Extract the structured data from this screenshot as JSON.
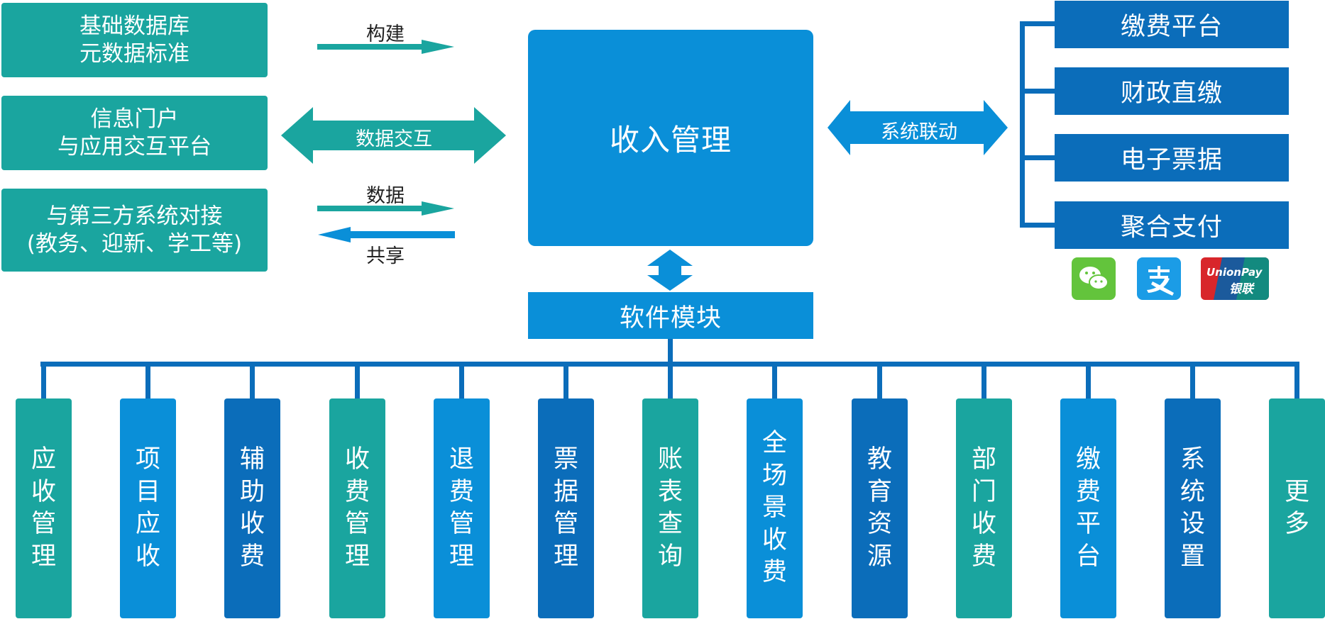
{
  "left_boxes": [
    {
      "line1": "基础数据库",
      "line2": "元数据标准"
    },
    {
      "line1": "信息门户",
      "line2": "与应用交互平台"
    },
    {
      "line1": "与第三方系统对接",
      "line2": "(教务、迎新、学工等)"
    }
  ],
  "arrows": {
    "build": "构建",
    "data_exchange": "数据交互",
    "data": "数据",
    "share": "共享",
    "system_link": "系统联动"
  },
  "center": {
    "title": "收入管理",
    "software": "软件模块"
  },
  "right_boxes": [
    "缴费平台",
    "财政直缴",
    "电子票据",
    "聚合支付"
  ],
  "payment_icons": [
    {
      "name": "wechat-pay",
      "color": "#63c43c"
    },
    {
      "name": "alipay",
      "color": "#1b9ce6"
    },
    {
      "name": "unionpay",
      "color": "#d8262b",
      "label": "UnionPay",
      "label_cn": "银联"
    }
  ],
  "modules": [
    {
      "label": "应收管理",
      "color": "#1aa59f"
    },
    {
      "label": "项目应收",
      "color": "#0a8fd8"
    },
    {
      "label": "辅助收费",
      "color": "#0b6dba"
    },
    {
      "label": "收费管理",
      "color": "#1aa59f"
    },
    {
      "label": "退费管理",
      "color": "#0a8fd8"
    },
    {
      "label": "票据管理",
      "color": "#0b6dba"
    },
    {
      "label": "账表查询",
      "color": "#1aa59f"
    },
    {
      "label": "全场景收费",
      "color": "#0a8fd8"
    },
    {
      "label": "教育资源",
      "color": "#0b6dba"
    },
    {
      "label": "部门收费",
      "color": "#1aa59f"
    },
    {
      "label": "缴费平台",
      "color": "#0a8fd8"
    },
    {
      "label": "系统设置",
      "color": "#0b6dba"
    },
    {
      "label": "更多",
      "color": "#1aa59f"
    }
  ],
  "colors": {
    "teal": "#1aa59f",
    "blue": "#0a8fd8",
    "dark_blue": "#0b6dba"
  }
}
